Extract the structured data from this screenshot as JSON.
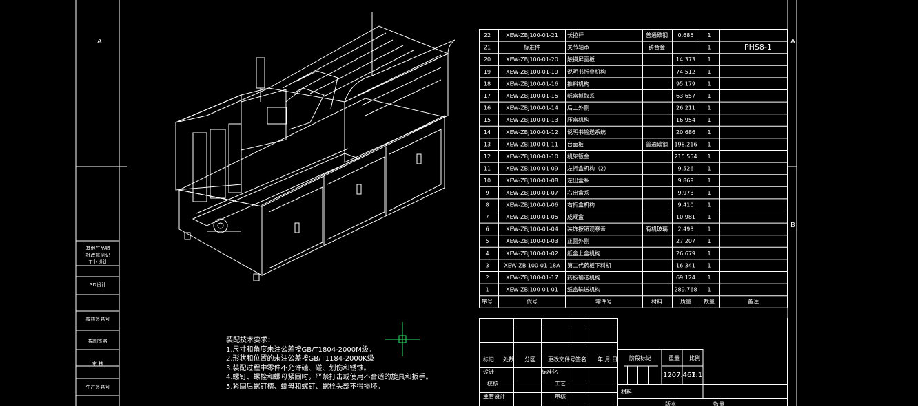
{
  "border": {
    "zone_left_top": "A",
    "zone_right_top": "A",
    "zone_right_mid": "B"
  },
  "left_panel": {
    "items": [
      "其他产品错",
      "批改意见记",
      "工业设计",
      "3D设计",
      "校核签名号",
      "描图签名",
      "审 核",
      "生产签名号"
    ]
  },
  "drawing_code": "PHS8-1",
  "bom": {
    "headers": {
      "seq": "序号",
      "code": "代号",
      "name": "零件号",
      "material": "材料",
      "mass": "质量",
      "qty": "数量",
      "remark": "备注"
    },
    "rows": [
      {
        "seq": "22",
        "code": "XEW-ZBJ100-01-21",
        "name": "长拉杆",
        "material": "普通碳钢",
        "mass": "0.685",
        "qty": "1"
      },
      {
        "seq": "21",
        "code": "标准件",
        "name": "关节轴承",
        "material": "铸合金",
        "mass": "",
        "qty": "1"
      },
      {
        "seq": "20",
        "code": "XEW-ZBJ100-01-20",
        "name": "触摸屏面板",
        "material": "",
        "mass": "14.373",
        "qty": "1"
      },
      {
        "seq": "19",
        "code": "XEW-ZBJ100-01-19",
        "name": "说明书折叠机构",
        "material": "",
        "mass": "74.512",
        "qty": "1"
      },
      {
        "seq": "18",
        "code": "XEW-ZBJ100-01-16",
        "name": "推料机构",
        "material": "",
        "mass": "95.179",
        "qty": "1"
      },
      {
        "seq": "17",
        "code": "XEW-ZBJ100-01-15",
        "name": "纸盒抓取系",
        "material": "",
        "mass": "63.657",
        "qty": "1"
      },
      {
        "seq": "16",
        "code": "XEW-ZBJ100-01-14",
        "name": "后上外侧",
        "material": "",
        "mass": "26.211",
        "qty": "1"
      },
      {
        "seq": "15",
        "code": "XEW-ZBJ100-01-13",
        "name": "压盒机构",
        "material": "",
        "mass": "16.954",
        "qty": "1"
      },
      {
        "seq": "14",
        "code": "XEW-ZBJ100-01-12",
        "name": "说明书输送系统",
        "material": "",
        "mass": "20.686",
        "qty": "1"
      },
      {
        "seq": "13",
        "code": "XEW-ZBJ100-01-11",
        "name": "台面板",
        "material": "普通碳钢",
        "mass": "198.216",
        "qty": "1"
      },
      {
        "seq": "12",
        "code": "XEW-ZBJ100-01-10",
        "name": "机架钣金",
        "material": "",
        "mass": "215.554",
        "qty": "1"
      },
      {
        "seq": "11",
        "code": "XEW-ZBJ100-01-09",
        "name": "左折盒机构（2）",
        "material": "",
        "mass": "9.526",
        "qty": "1"
      },
      {
        "seq": "10",
        "code": "XEW-ZBJ100-01-08",
        "name": "左出盒系",
        "material": "",
        "mass": "9.869",
        "qty": "1"
      },
      {
        "seq": "9",
        "code": "XEW-ZBJ100-01-07",
        "name": "右出盒系",
        "material": "",
        "mass": "9.973",
        "qty": "1"
      },
      {
        "seq": "8",
        "code": "XEW-ZBJ100-01-06",
        "name": "右折盒机构",
        "material": "",
        "mass": "9.410",
        "qty": "1"
      },
      {
        "seq": "7",
        "code": "XEW-ZBJ100-01-05",
        "name": "成规盒",
        "material": "",
        "mass": "10.981",
        "qty": "1"
      },
      {
        "seq": "6",
        "code": "XEW-ZBJ100-01-04",
        "name": "装饰按钮观察盖",
        "material": "有机玻璃",
        "mass": "2.493",
        "qty": "1"
      },
      {
        "seq": "5",
        "code": "XEW-ZBJ100-01-03",
        "name": "正面外侧",
        "material": "",
        "mass": "27.207",
        "qty": "1"
      },
      {
        "seq": "4",
        "code": "XEW-ZBJ100-01-02",
        "name": "纸盒上盒机构",
        "material": "",
        "mass": "26.679",
        "qty": "1"
      },
      {
        "seq": "3",
        "code": "XEW-ZBJ100-01-18A",
        "name": "第二代药板下料机",
        "material": "",
        "mass": "16.341",
        "qty": "1"
      },
      {
        "seq": "2",
        "code": "XEW-ZBJ100-01-17",
        "name": "药板输送机构",
        "material": "",
        "mass": "69.124",
        "qty": "1"
      },
      {
        "seq": "1",
        "code": "XEW-ZBJ100-01-01",
        "name": "纸盒输送机构",
        "material": "",
        "mass": "289.768",
        "qty": "1"
      }
    ]
  },
  "title_block": {
    "mark": "标记",
    "count": "处数",
    "zone": "分区",
    "change_doc": "更改文件号",
    "sign": "签名",
    "date": "年 月 日",
    "design": "设计",
    "standardize": "标准化",
    "check": "校核",
    "process": "工艺",
    "chief": "主管设计",
    "review": "审核",
    "stage_mark": "阶段标记",
    "weight": "重量",
    "scale": "比例",
    "weight_value": "1207.467",
    "scale_value": "1:1",
    "material_label": "材料",
    "partial_1": "版本",
    "partial_2": "数量"
  },
  "tech_requirements": {
    "title": "装配技术要求：",
    "items": [
      "1.尺寸和角度未注公差按GB/T1804-2000M级。",
      "2.形状和位置的未注公差按GB/T1184-2000K级",
      "3.装配过程中零件不允许磕、碰、划伤和锈蚀。",
      "4.螺钉、螺栓和螺母紧固时，严禁打击或使用不合适的旋具和扳手。",
      "5.紧固后螺钉槽、螺母和螺钉、螺栓头部不得损坏。"
    ]
  }
}
